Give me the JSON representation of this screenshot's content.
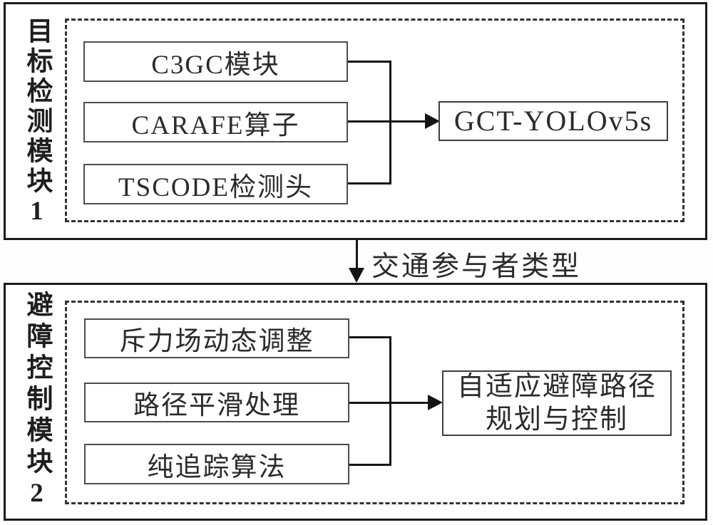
{
  "diagram": {
    "module1": {
      "label": "目标检测模块1",
      "boxes": [
        "C3GC模块",
        "CARAFE算子",
        "TSCODE检测头"
      ],
      "output": "GCT-YOLOv5s"
    },
    "connector_label": "交通参与者类型",
    "module2": {
      "label": "避障控制模块2",
      "boxes": [
        "斥力场动态调整",
        "路径平滑处理",
        "纯追踪算法"
      ],
      "output_line1": "自适应避障路径",
      "output_line2": "规划与控制"
    },
    "colors": {
      "background": "#ffffff",
      "solid_border": "#1b1b1b",
      "dashed_border": "#333333",
      "inner_box_border": "#4d4d4d",
      "line": "#141414",
      "text": "#2b2b2b"
    }
  }
}
